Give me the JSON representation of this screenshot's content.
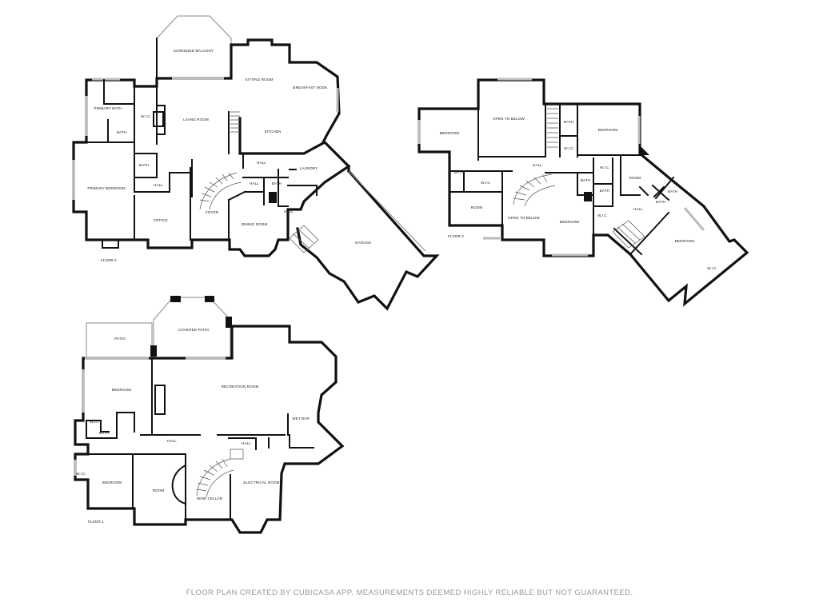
{
  "floors": [
    {
      "label": "FLOOR 2",
      "rooms": {
        "screened_balcony": "SCREENED BALCONY",
        "sitting_room": "SITTING ROOM",
        "breakfast_nook": "BREAKFAST NOOK",
        "primary_bath": "PRIMARY BATH",
        "wic": "W.I.C",
        "bath_a": "BATH",
        "living_room": "LIVING ROOM",
        "kitchen": "KITCHEN",
        "bath_b": "BATH",
        "hall_a": "HALL",
        "laundry": "LAUNDRY",
        "primary_bedroom": "PRIMARY BEDROOM",
        "hall_b": "HALL",
        "hall_c": "HALL",
        "bath_c": "BATH",
        "hall_d": "HALL",
        "office": "OFFICE",
        "foyer": "FOYER",
        "dining_room": "DINING ROOM",
        "garage": "GARAGE"
      }
    },
    {
      "label": "FLOOR 3",
      "rooms": {
        "bedroom_a": "BEDROOM",
        "open_to_below_a": "OPEN TO BELOW",
        "bath_a": "BATH",
        "bedroom_b": "BEDROOM",
        "wic_a": "W.I.C",
        "hall_a": "HALL",
        "bath_b": "BATH",
        "wic_b": "W.I.C",
        "wic_c": "W.I.C",
        "bath_c": "BATH",
        "bath_d": "BATH",
        "room_a": "ROOM",
        "bath_e": "BATH",
        "room_b": "ROOM",
        "open_to_below_b": "OPEN TO BELOW",
        "bedroom_c": "BEDROOM",
        "wic_d": "W.I.C",
        "hall_b": "HALL",
        "bath_f": "BATH",
        "bedroom_d": "BEDROOM",
        "wic_e": "W.I.C"
      }
    },
    {
      "label": "FLOOR 1",
      "rooms": {
        "patio": "PATIO",
        "covered_patio": "COVERED PATIO",
        "bedroom_a": "BEDROOM",
        "recreation_room": "RECREATION ROOM",
        "wic_a": "W.I.C",
        "bath": "BATH",
        "wet_bar": "WET BAR",
        "hall_a": "HALL",
        "hall_b": "HALL",
        "wic_b": "W.I.C",
        "bedroom_b": "BEDROOM",
        "room": "ROOM",
        "wine_cellar": "WINE CELLAR",
        "electrical_room": "ELECTRICAL ROOM"
      }
    }
  ],
  "footer": "FLOOR PLAN CREATED BY CUBICASA APP. MEASUREMENTS DEEMED HIGHLY RELIABLE BUT NOT GUARANTEED."
}
